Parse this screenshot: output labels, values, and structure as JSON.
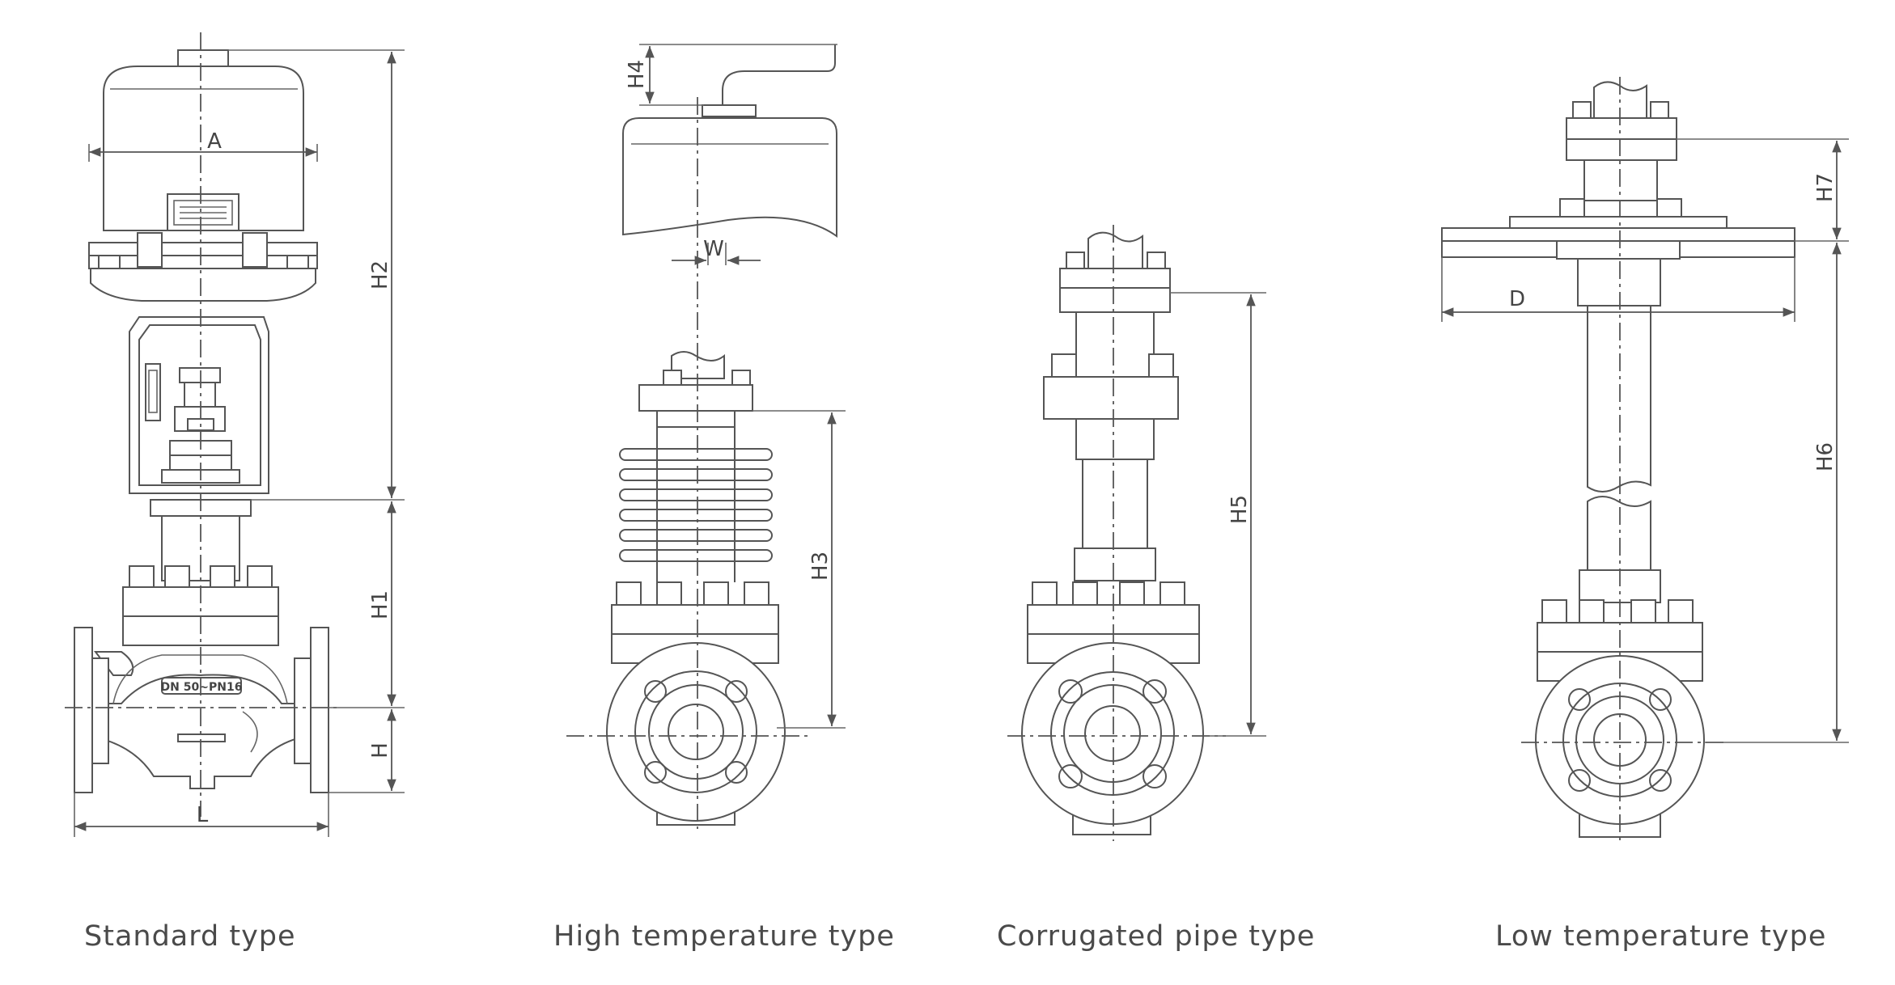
{
  "colors": {
    "line": "#555555",
    "text": "#444444",
    "background": "#ffffff"
  },
  "views": [
    {
      "caption": "Standard type",
      "dimensions": {
        "a": "A",
        "h2": "H2",
        "h1": "H1",
        "h": "H",
        "l": "L"
      },
      "nameplate": "DN 50~PN16"
    },
    {
      "caption": "High temperature type",
      "dimensions": {
        "h4": "H4",
        "w": "W",
        "h3": "H3"
      }
    },
    {
      "caption": "Corrugated pipe type",
      "dimensions": {
        "h5": "H5"
      }
    },
    {
      "caption": "Low temperature type",
      "dimensions": {
        "h7": "H7",
        "d": "D",
        "h6": "H6"
      }
    }
  ]
}
